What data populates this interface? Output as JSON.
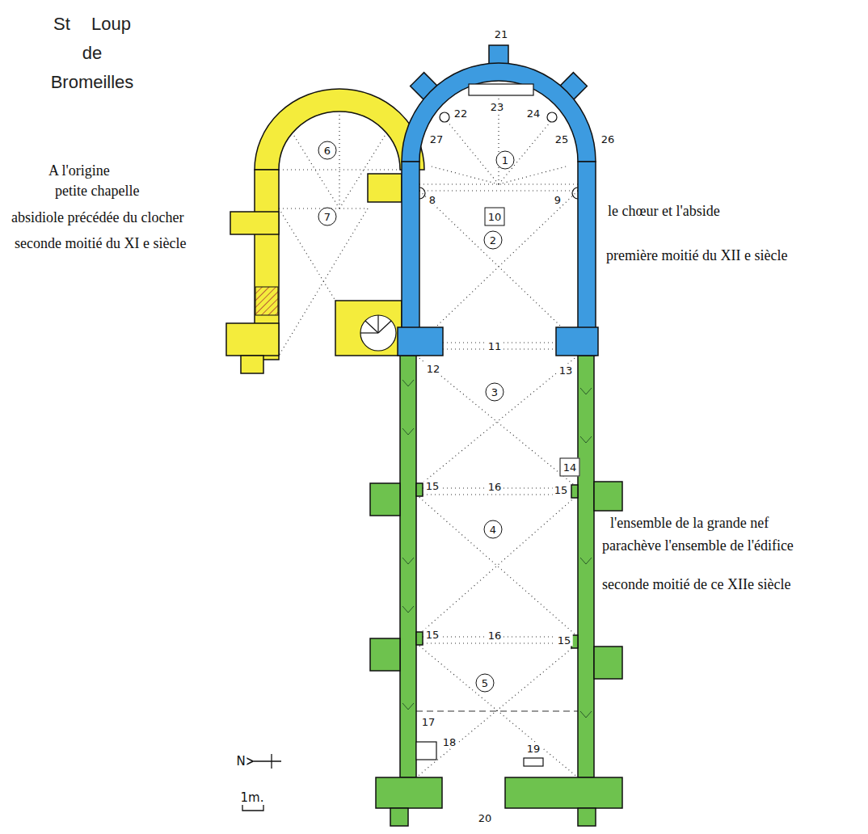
{
  "diagram": {
    "title": "St Loup de Bromeilles",
    "nodes": [
      {
        "text": [
          "6"
        ]
      },
      {
        "text": [
          "1"
        ]
      },
      {
        "text": [
          "7"
        ]
      },
      {
        "text": [
          "2"
        ]
      },
      {
        "text": [
          "10"
        ]
      },
      {
        "text": [
          "3"
        ]
      },
      {
        "text": [
          "14"
        ]
      },
      {
        "text": [
          "4"
        ]
      },
      {
        "text": [
          "5"
        ]
      }
    ],
    "labels": [
      "A l'origine",
      "petite chapelle",
      "absidiole précédée du clocher",
      "seconde moitié du XI e siècle",
      "21",
      "22",
      "23",
      "24",
      "27",
      "25",
      "26",
      "8",
      "9",
      "le chœur et l'abside",
      "première moitié du XII e siècle",
      "11",
      "12",
      "13",
      "15",
      "16",
      "15",
      "l'ensemble de la grande nef",
      "parachève l'ensemble de l'édifice",
      "seconde moitié de ce XIIe siècle",
      "15",
      "16",
      "15",
      "17",
      "18",
      "19",
      "20",
      "N",
      "1m."
    ]
  }
}
